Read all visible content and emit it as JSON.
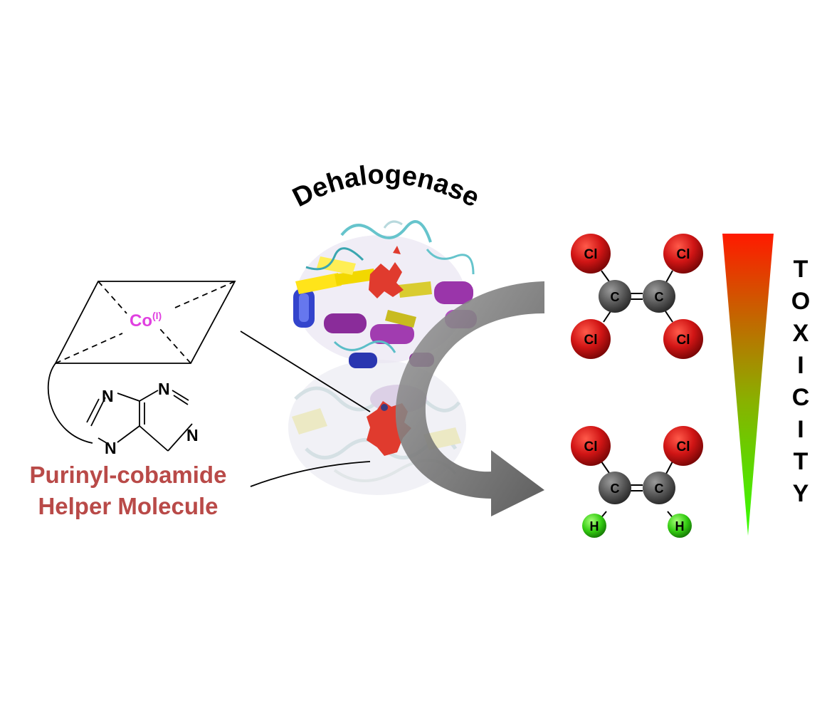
{
  "enzyme_title": "Dehalogenase",
  "cofactor": {
    "metal_label": "Co",
    "oxidation_state": "(I)",
    "ring_atoms": {
      "n7": "N",
      "n9": "N",
      "n1": "N",
      "n3": "N"
    },
    "caption_line1": "Purinyl-cobamide",
    "caption_line2": "Helper Molecule"
  },
  "pce": {
    "cl_top_left": "Cl",
    "cl_top_right": "Cl",
    "c_left": "C",
    "c_right": "C",
    "cl_bottom_left": "Cl",
    "cl_bottom_right": "Cl"
  },
  "cis_dce": {
    "cl_left": "Cl",
    "cl_right": "Cl",
    "c_left": "C",
    "c_right": "C",
    "h_left": "H",
    "h_right": "H"
  },
  "toxicity": {
    "letters": [
      "T",
      "O",
      "X",
      "I",
      "C",
      "I",
      "T",
      "Y"
    ],
    "gradient_top_color": "#ff1a00",
    "gradient_bottom_color": "#33ff00"
  },
  "colors": {
    "cobalt_label": "#e040e0",
    "caption": "#b94a48",
    "chlorine_atom": "#cc1111",
    "carbon_atom": "#555555",
    "hydrogen_atom": "#33cc11",
    "reaction_arrow": "#666666"
  }
}
